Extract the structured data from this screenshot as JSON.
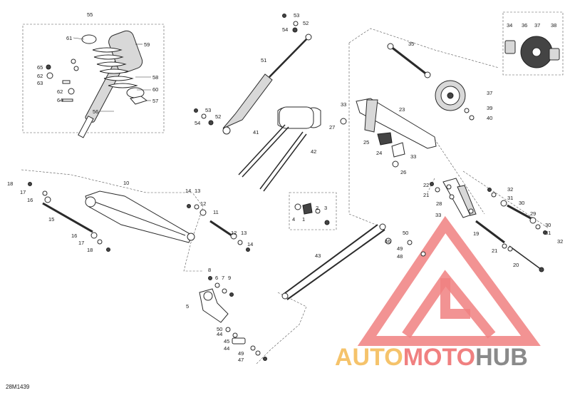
{
  "diagram_code": "28M1439",
  "watermark": {
    "text_part1": "AUTO",
    "text_part2": "MOTO",
    "text_part3": "HUB",
    "color_part1": "#f5c36b",
    "color_part2": "#f08080",
    "color_part3": "#8a8a8a"
  },
  "labels": {
    "l1": "1",
    "l2": "2",
    "l3": "3",
    "l4": "4",
    "l5": "5",
    "l6": "6",
    "l7": "7",
    "l8": "8",
    "l9": "9",
    "l10": "10",
    "l11": "11",
    "l12a": "12",
    "l12b": "12",
    "l13a": "13",
    "l13b": "13",
    "l14a": "14",
    "l14b": "14",
    "l15": "15",
    "l16a": "16",
    "l16b": "16",
    "l17a": "17",
    "l17b": "17",
    "l18a": "18",
    "l18b": "18",
    "l19": "19",
    "l20": "20",
    "l21a": "21",
    "l21b": "21",
    "l22": "22",
    "l23": "23",
    "l24": "24",
    "l25": "25",
    "l26": "26",
    "l27": "27",
    "l28": "28",
    "l29": "29",
    "l30a": "30",
    "l30b": "30",
    "l31a": "31",
    "l31b": "31",
    "l32a": "32",
    "l32b": "32",
    "l33a": "33",
    "l33b": "33",
    "l33c": "33",
    "l34": "34",
    "l35": "35",
    "l36": "36",
    "l37a": "37",
    "l37b": "37",
    "l38": "38",
    "l39": "39",
    "l40": "40",
    "l41": "41",
    "l42": "42",
    "l43": "43",
    "l44a": "44",
    "l44b": "44",
    "l45": "45",
    "l46": "46",
    "l47": "47",
    "l48": "48",
    "l49a": "49",
    "l49b": "49",
    "l50a": "50",
    "l50b": "50",
    "l51": "51",
    "l52a": "52",
    "l52b": "52",
    "l53a": "53",
    "l53b": "53",
    "l54a": "54",
    "l54b": "54",
    "l55": "55",
    "l56": "56",
    "l57": "57",
    "l58": "58",
    "l59": "59",
    "l60": "60",
    "l61": "61",
    "l62a": "62",
    "l62b": "62",
    "l63": "63",
    "l64": "64",
    "l65": "65"
  }
}
